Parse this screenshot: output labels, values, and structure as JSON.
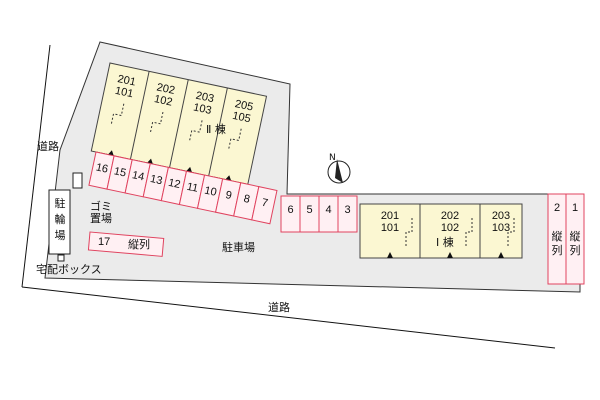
{
  "roads": {
    "left": "道路",
    "bottom": "道路"
  },
  "building_ii": {
    "name": "Ⅱ 棟",
    "units": [
      {
        "top": "201",
        "bottom": "101"
      },
      {
        "top": "202",
        "bottom": "102"
      },
      {
        "top": "203",
        "bottom": "103"
      },
      {
        "top": "205",
        "bottom": "105"
      }
    ]
  },
  "building_i": {
    "name": "Ⅰ 棟",
    "units": [
      {
        "top": "201",
        "bottom": "101"
      },
      {
        "top": "202",
        "bottom": "102"
      },
      {
        "top": "203",
        "bottom": "103"
      }
    ]
  },
  "parking_row_a": [
    "16",
    "15",
    "14",
    "13",
    "12",
    "11",
    "10",
    "9",
    "8",
    "7"
  ],
  "parking_row_b": [
    "6",
    "5",
    "4",
    "3"
  ],
  "parking_17": {
    "number": "17",
    "note": "縦列"
  },
  "parking_right": [
    {
      "number": "2",
      "note": "縦列"
    },
    {
      "number": "1",
      "note": "縦列"
    }
  ],
  "labels": {
    "parking_lot": "駐車場",
    "bicycle": "駐輪場",
    "garbage": "ゴミ置場",
    "delivery_box": "宅配ボックス",
    "north": "N"
  },
  "colors": {
    "building_fill": "#fbf7d2",
    "lot_fill": "#ebebeb",
    "parking_stroke": "#e0435f",
    "parking_fill": "#fff0f3"
  }
}
